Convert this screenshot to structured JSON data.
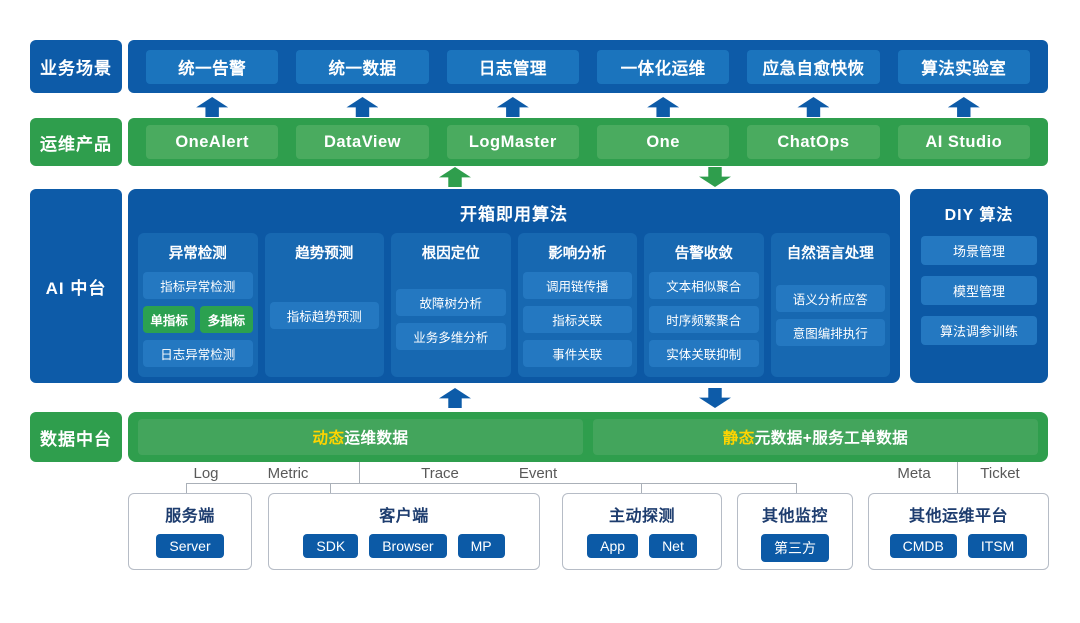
{
  "colors": {
    "dark_blue": "#0d5ba8",
    "button_blue": "#1b74bd",
    "panel_blue": "#0c58a4",
    "column_blue": "#1768b1",
    "chip_blue": "#2478c1",
    "green": "#2f9e4d",
    "button_green": "#4aab5f",
    "bar_green": "#43a55c",
    "chip_green": "#2ba150",
    "highlight_yellow": "#ffd400",
    "source_chip_blue": "#0c5aa6",
    "source_title_navy": "#1d3c6e"
  },
  "side_labels": {
    "business": "业务场景",
    "products": "运维产品",
    "ai": "AI 中台",
    "data": "数据中台"
  },
  "business_scenarios": [
    "统一告警",
    "统一数据",
    "日志管理",
    "一体化运维",
    "应急自愈快恢",
    "算法实验室"
  ],
  "products": [
    "OneAlert",
    "DataView",
    "LogMaster",
    "One",
    "ChatOps",
    "AI Studio"
  ],
  "ai_platform": {
    "main_title": "开箱即用算法",
    "columns": [
      {
        "title": "异常检测",
        "item1": "指标异常检测",
        "green1": "单指标",
        "green2": "多指标",
        "item2": "日志异常检测"
      },
      {
        "title": "趋势预测",
        "item1": "指标趋势预测"
      },
      {
        "title": "根因定位",
        "item1": "故障树分析",
        "item2": "业务多维分析"
      },
      {
        "title": "影响分析",
        "item1": "调用链传播",
        "item2": "指标关联",
        "item3": "事件关联"
      },
      {
        "title": "告警收敛",
        "item1": "文本相似聚合",
        "item2": "时序频繁聚合",
        "item3": "实体关联抑制"
      },
      {
        "title": "自然语言处理",
        "item1": "语义分析应答",
        "item2": "意图编排执行"
      }
    ],
    "diy": {
      "title": "DIY 算法",
      "item1": "场景管理",
      "item2": "模型管理",
      "item3": "算法调参训练"
    }
  },
  "data_platform": {
    "dynamic_bar": {
      "highlight": "动态",
      "rest": "运维数据"
    },
    "static_bar": {
      "highlight": "静态",
      "rest": "元数据+服务工单数据"
    },
    "types": [
      "Log",
      "Metric",
      "Trace",
      "Event",
      "Meta",
      "Ticket"
    ]
  },
  "sources": [
    {
      "title": "服务端",
      "chip1": "Server"
    },
    {
      "title": "客户端",
      "chip1": "SDK",
      "chip2": "Browser",
      "chip3": "MP"
    },
    {
      "title": "主动探测",
      "chip1": "App",
      "chip2": "Net"
    },
    {
      "title": "其他监控",
      "chip1": "第三方"
    },
    {
      "title": "其他运维平台",
      "chip1": "CMDB",
      "chip2": "ITSM"
    }
  ]
}
